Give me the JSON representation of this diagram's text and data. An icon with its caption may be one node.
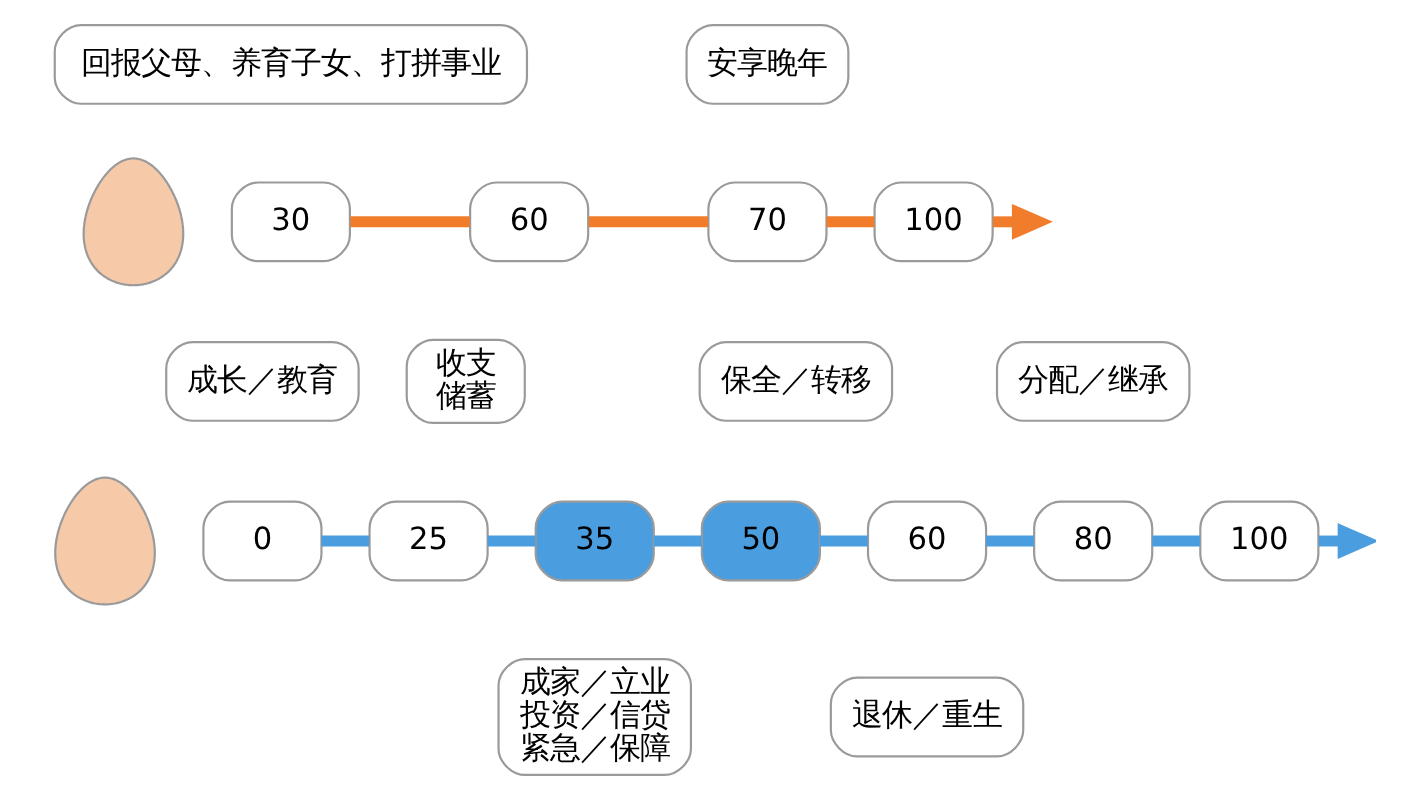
{
  "diagram": {
    "nodes": [
      {
        "text": [],
        "shape": "person"
      },
      {
        "text": [
          "回报父母、养育子女、打拼事业"
        ]
      },
      {
        "text": [
          "安享晚年"
        ]
      },
      {
        "text": [
          "30"
        ]
      },
      {
        "text": [
          "60"
        ]
      },
      {
        "text": [
          "70"
        ]
      },
      {
        "text": [
          "100"
        ]
      },
      {
        "text": [],
        "shape": "person"
      },
      {
        "text": [
          "收支",
          "储蓄"
        ]
      },
      {
        "text": [
          "成长／教育"
        ]
      },
      {
        "text": [
          "保全／转移"
        ]
      },
      {
        "text": [
          "分配／继承"
        ]
      },
      {
        "text": [
          "0"
        ]
      },
      {
        "text": [
          "25"
        ]
      },
      {
        "text": [
          "35"
        ]
      },
      {
        "text": [
          "50"
        ]
      },
      {
        "text": [
          "60"
        ]
      },
      {
        "text": [
          "80"
        ]
      },
      {
        "text": [
          "100"
        ]
      },
      {
        "text": [
          "成家／立业",
          "投资／信贷",
          "紧急／保障"
        ]
      },
      {
        "text": [
          "退休／重生"
        ]
      }
    ],
    "edges": [
      {
        "from": 3,
        "to": 4,
        "arrow": "none",
        "color": "#f07c2c"
      },
      {
        "from": 4,
        "to": 5,
        "arrow": "none",
        "color": "#f07c2c"
      },
      {
        "from": 5,
        "to": 6,
        "arrow": "none",
        "color": "#f07c2c"
      },
      {
        "from": 6,
        "to": null,
        "arrow": "to",
        "color": "#f07c2c"
      },
      {
        "from": 12,
        "to": 13,
        "arrow": "none"
      },
      {
        "from": 13,
        "to": 14,
        "arrow": "none"
      },
      {
        "from": 14,
        "to": 15,
        "arrow": "none"
      },
      {
        "from": 15,
        "to": 16,
        "arrow": "none"
      },
      {
        "from": 16,
        "to": 17,
        "arrow": "none"
      },
      {
        "from": 17,
        "to": 18,
        "arrow": "none"
      },
      {
        "from": 18,
        "to": null,
        "arrow": "to"
      }
    ]
  }
}
